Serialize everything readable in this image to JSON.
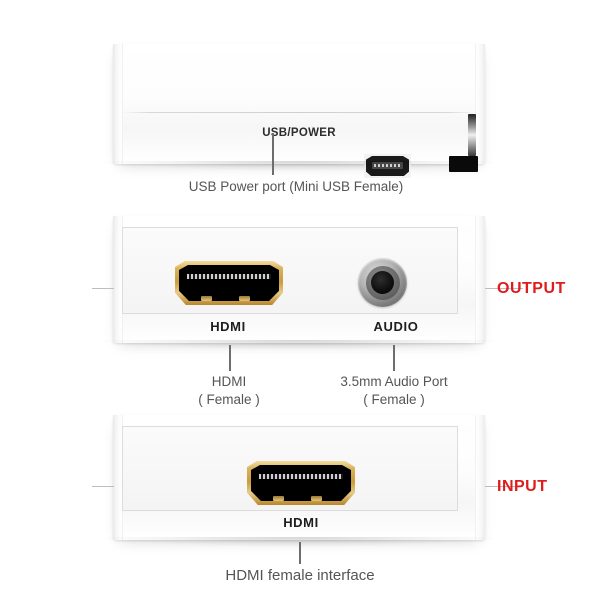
{
  "figure": {
    "product": "HDMI converter box port diagram",
    "accent_color": "#e01b1b",
    "caption_color": "#555555",
    "gold_color": "#c99c3f"
  },
  "panels": [
    {
      "id": "top",
      "silkscreen_label": "USB/POWER",
      "caption": "USB Power port (Mini USB Female)",
      "ports": [
        {
          "name": "mini-usb-port",
          "type": "Mini USB Female"
        },
        {
          "name": "ir-window",
          "type": "black window"
        }
      ]
    },
    {
      "id": "output",
      "side_label": "OUTPUT",
      "ports": [
        {
          "name": "hdmi-output-port",
          "silkscreen_label": "HDMI",
          "caption": "HDMI\n( Female )"
        },
        {
          "name": "audio-output-port",
          "silkscreen_label": "AUDIO",
          "caption": "3.5mm Audio Port\n( Female )"
        }
      ]
    },
    {
      "id": "input",
      "side_label": "INPUT",
      "ports": [
        {
          "name": "hdmi-input-port",
          "silkscreen_label": "HDMI",
          "caption": "HDMI female interface"
        }
      ]
    }
  ]
}
